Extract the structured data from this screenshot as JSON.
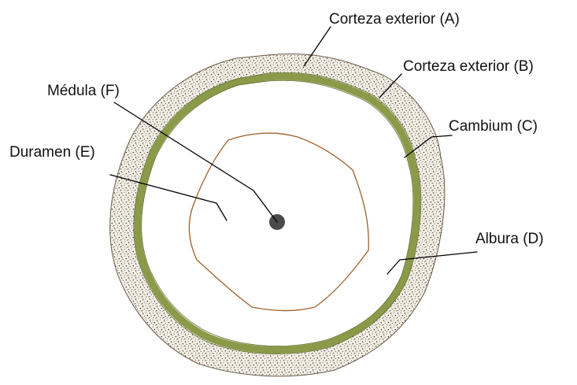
{
  "labels": {
    "outer_bark_a": "Corteza exterior (A)",
    "outer_bark_b": "Corteza exterior (B)",
    "cambium": "Cambium (C)",
    "sapwood": "Albura (D)",
    "heartwood": "Duramen (E)",
    "pith": "Médula (F)"
  },
  "colors": {
    "outer_bark_fill": "#f3efe6",
    "outer_bark_speckle": "#3b2e22",
    "cambium": "#8a9a48",
    "sapwood": "#ffffff",
    "heartwood_line": "#a0602a",
    "pith": "#4a4a4a",
    "leader_line": "#000000",
    "text": "#111111"
  }
}
